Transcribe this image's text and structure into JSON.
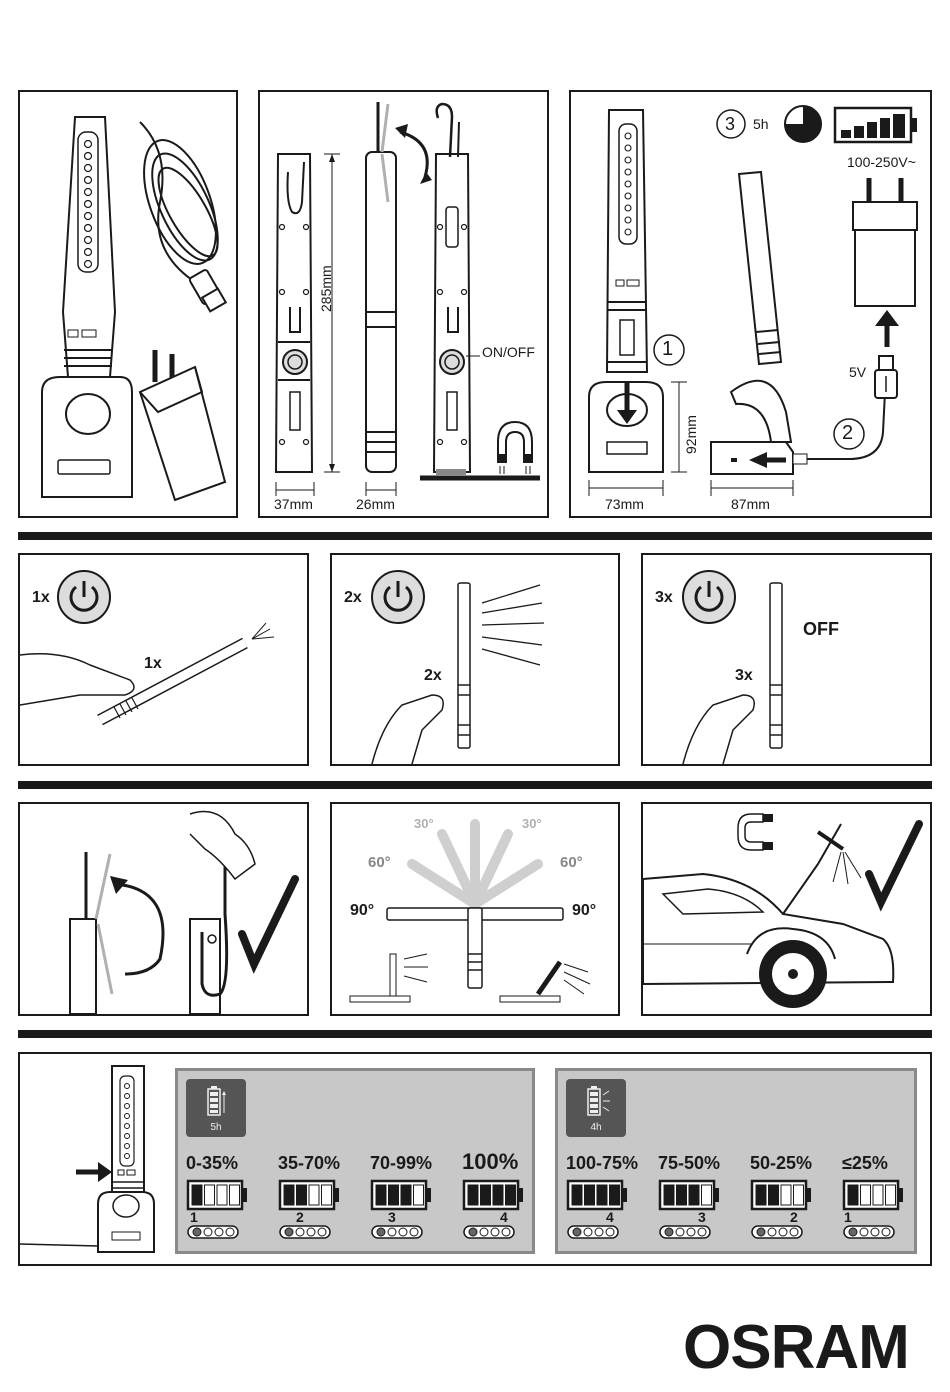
{
  "section1": {
    "dim_width_1": "37mm",
    "dim_width_2": "26mm",
    "dim_height": "285mm",
    "on_off_label": "ON/OFF",
    "step3": "3",
    "charge_time": "5h",
    "voltage_in": "100-250V~",
    "voltage_usb": "5V",
    "step1": "1",
    "step2": "2",
    "dim_base_height": "92mm",
    "dim_base_width": "73mm",
    "dim_base_depth": "87mm"
  },
  "section2": {
    "p1_press": "1x",
    "p1_hand": "1x",
    "p2_press": "2x",
    "p2_hand": "2x",
    "p3_press": "3x",
    "p3_hand": "3x",
    "p3_state": "OFF"
  },
  "section3": {
    "angle_30_left": "30°",
    "angle_30_right": "30°",
    "angle_60_left": "60°",
    "angle_60_right": "60°",
    "angle_90_left": "90°",
    "angle_90_right": "90°"
  },
  "section4": {
    "charging": {
      "badge": "5h",
      "levels": [
        {
          "pct": "0-35%",
          "num": "1",
          "filled": 1
        },
        {
          "pct": "35-70%",
          "num": "2",
          "filled": 2
        },
        {
          "pct": "70-99%",
          "num": "3",
          "filled": 3
        },
        {
          "pct": "100%",
          "num": "4",
          "filled": 4
        }
      ]
    },
    "discharging": {
      "badge": "4h",
      "levels": [
        {
          "pct": "100-75%",
          "num": "4",
          "filled": 4
        },
        {
          "pct": "75-50%",
          "num": "3",
          "filled": 3
        },
        {
          "pct": "50-25%",
          "num": "2",
          "filled": 2
        },
        {
          "pct": "≤25%",
          "num": "1",
          "filled": 1
        }
      ]
    }
  },
  "brand": {
    "logo": "OSRAM"
  },
  "colors": {
    "ink": "#1a1a1a",
    "panel_gray": "#c8c8c8",
    "badge_gray": "#555555",
    "faded": "#b0b0b0"
  }
}
